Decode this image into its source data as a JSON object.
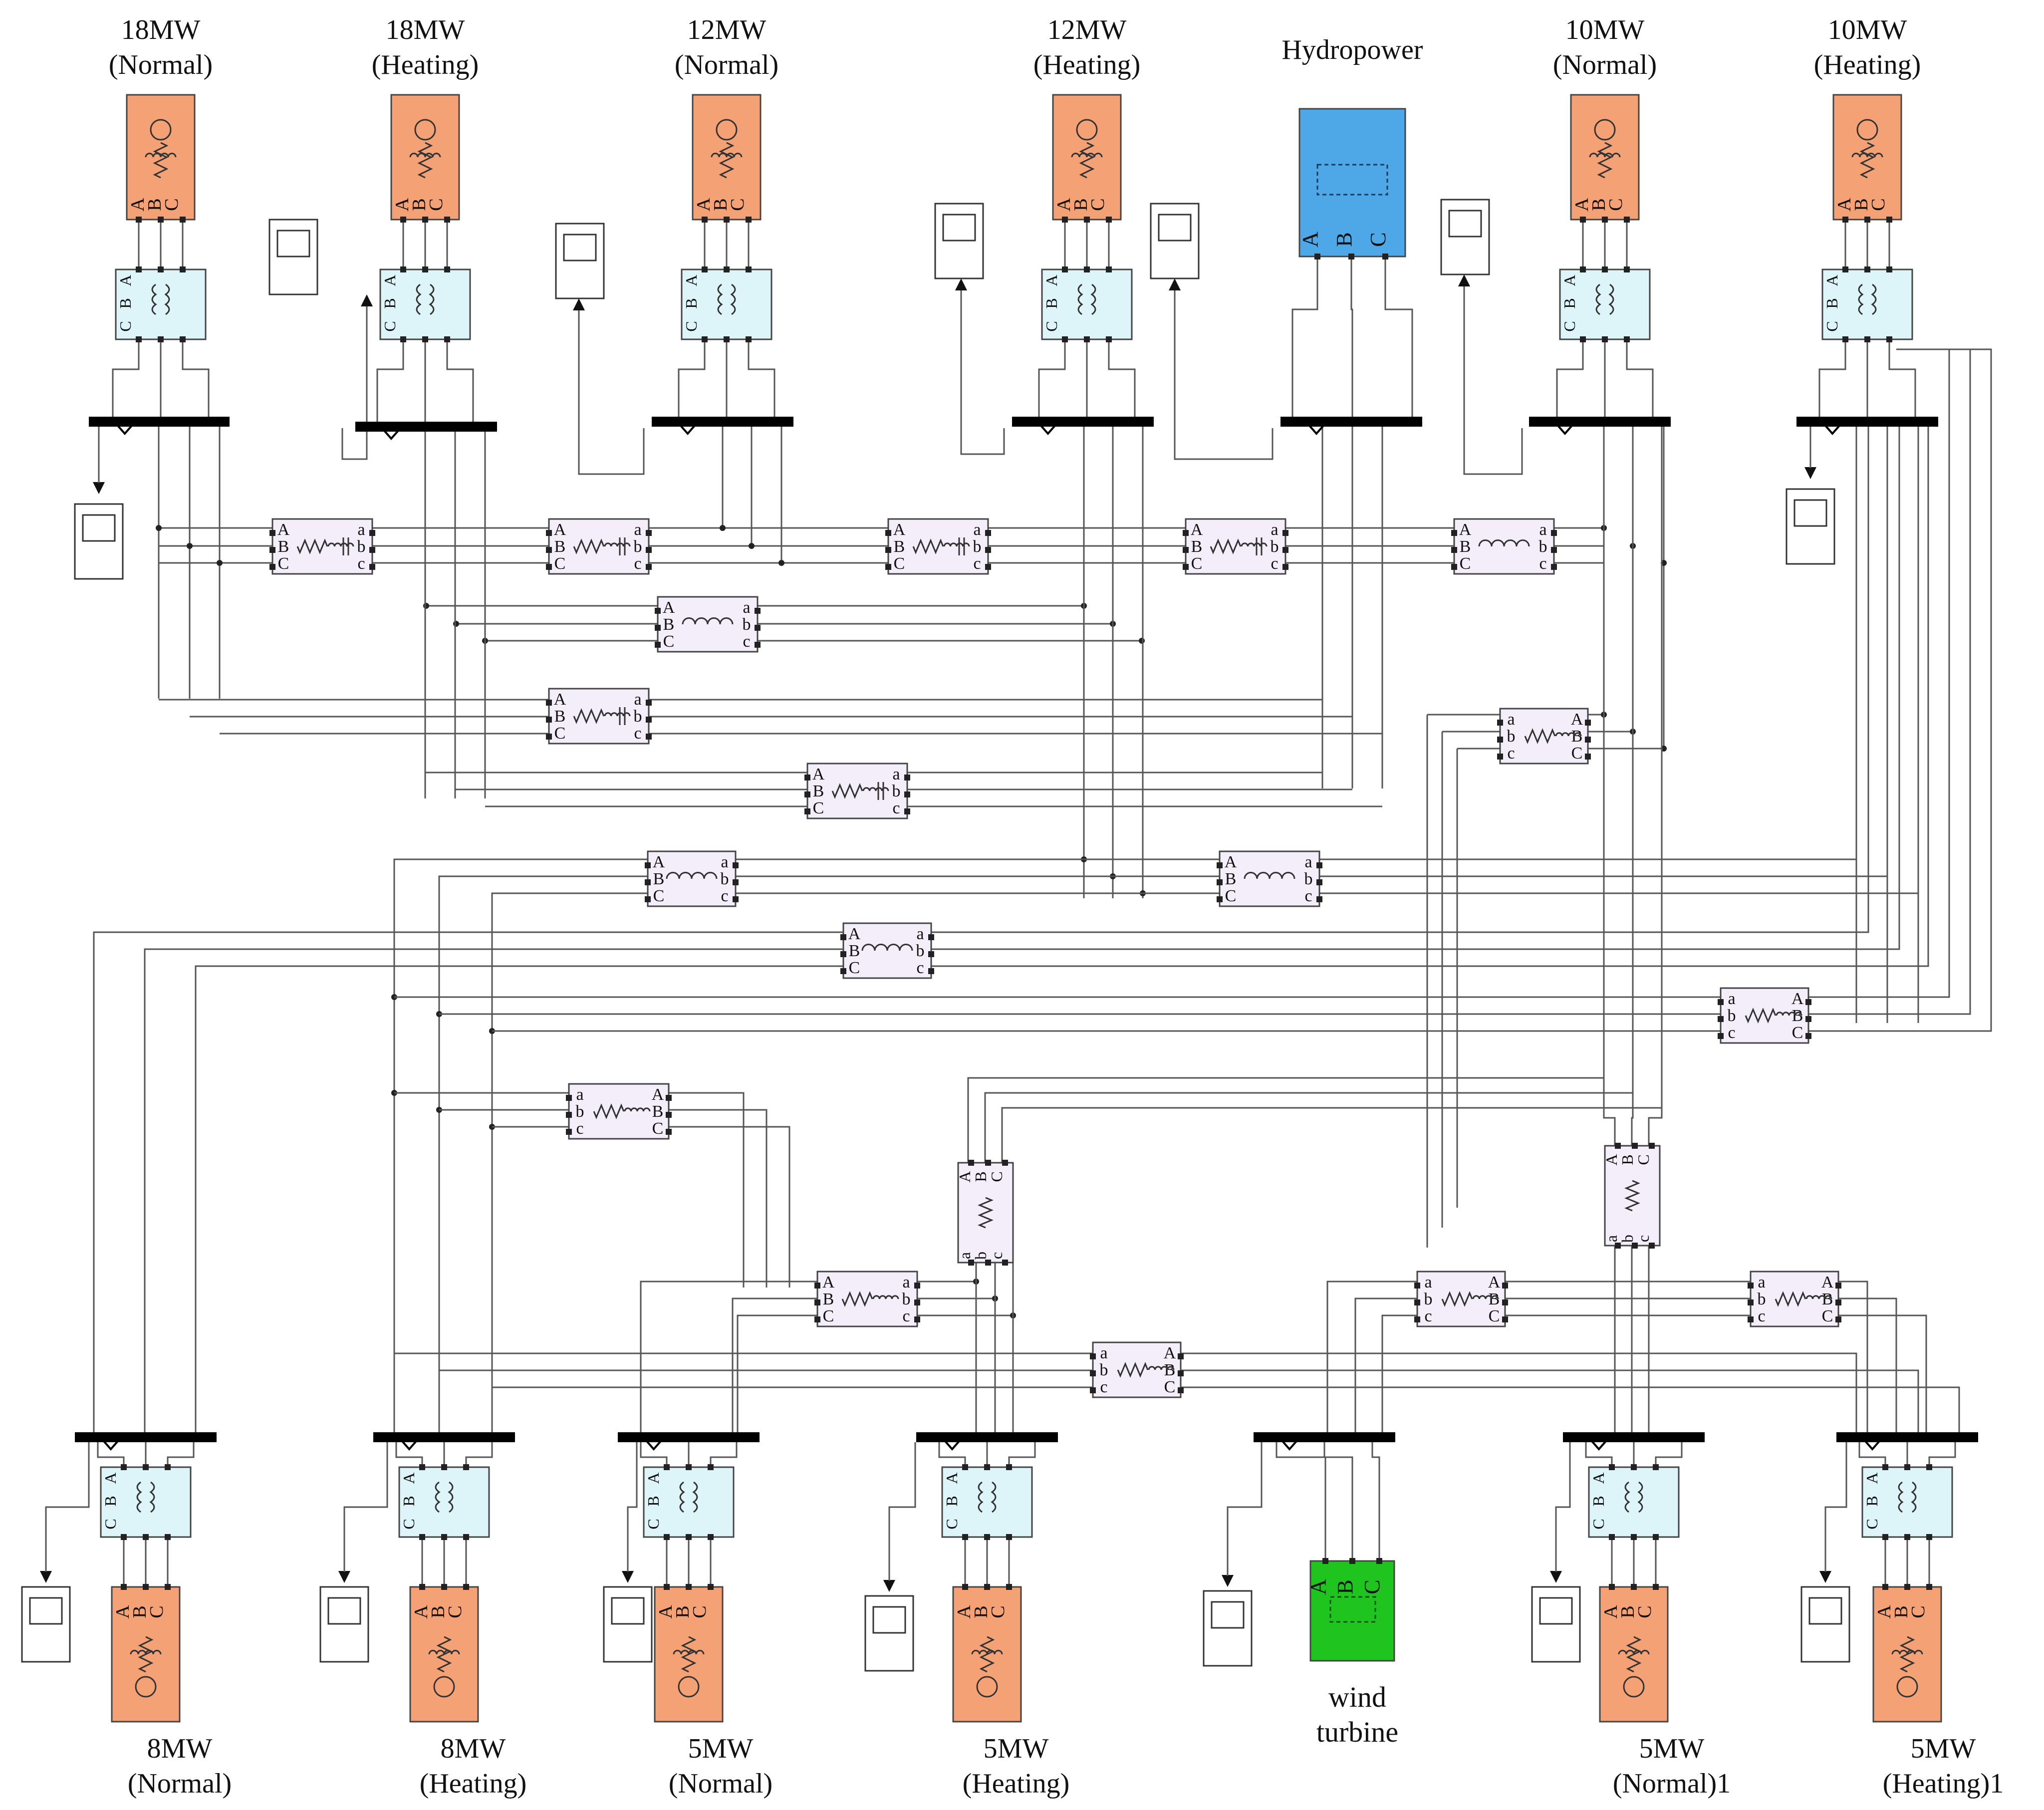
{
  "top_units": [
    {
      "line1": "18MW",
      "line2": "(Normal)"
    },
    {
      "line1": "18MW",
      "line2": "(Heating)"
    },
    {
      "line1": "12MW",
      "line2": "(Normal)"
    },
    {
      "line1": "12MW",
      "line2": "(Heating)"
    },
    {
      "line1": "10MW",
      "line2": "(Normal)"
    },
    {
      "line1": "10MW",
      "line2": "(Heating)"
    }
  ],
  "hydropower": {
    "label": "Hydropower",
    "pins": [
      "A",
      "B",
      "C"
    ]
  },
  "bottom_units": [
    {
      "line1": "8MW",
      "line2": "(Normal)"
    },
    {
      "line1": "8MW",
      "line2": "(Heating)"
    },
    {
      "line1": "5MW",
      "line2": "(Normal)"
    },
    {
      "line1": "5MW",
      "line2": "(Heating)"
    },
    {
      "line1": "5MW",
      "line2": "(Normal)1"
    },
    {
      "line1": "5MW",
      "line2": "(Heating)1"
    }
  ],
  "wind_turbine": {
    "line1": "wind",
    "line2": "turbine",
    "pins": [
      "A",
      "B",
      "C"
    ]
  },
  "pins_upper": [
    "A",
    "B",
    "C"
  ],
  "pins_lower": [
    "a",
    "b",
    "c"
  ],
  "colors": {
    "generator": "#F4A275",
    "transformer": "#DDF4F8",
    "line_block": "#F4EEFB",
    "hydropower": "#4EA8E8",
    "wind_turbine": "#1FC41F",
    "wire": "#555555",
    "bus": "#000000"
  }
}
